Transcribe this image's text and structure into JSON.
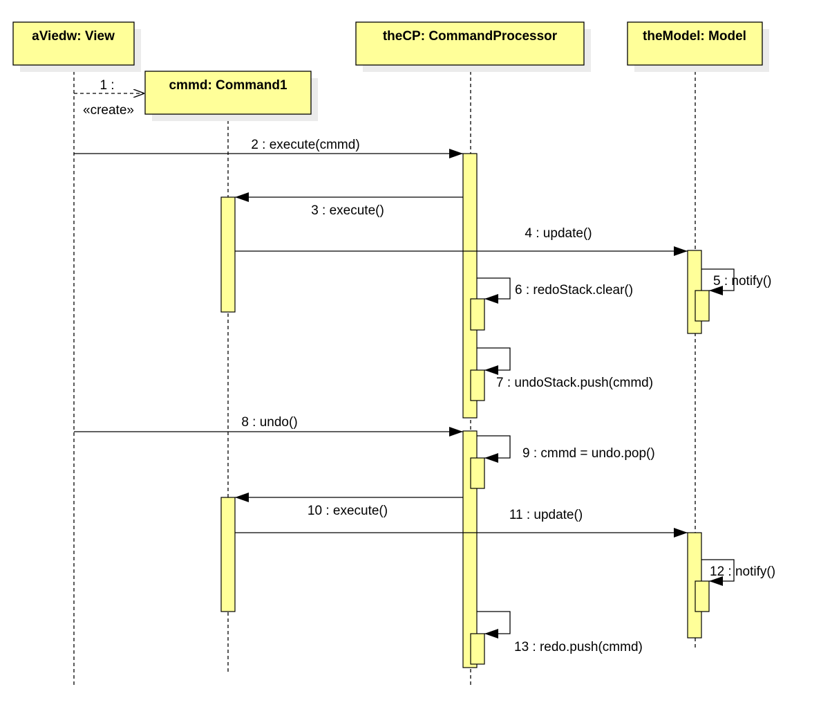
{
  "diagram": {
    "type": "sequence",
    "colors": {
      "participant_fill": "#ffff99",
      "activation_fill": "#ffff99",
      "shadow": "#ebebeb",
      "line": "#000000"
    },
    "participants": [
      {
        "id": "view",
        "label": "aViedw: View"
      },
      {
        "id": "cmd",
        "label": "cmmd: Command1"
      },
      {
        "id": "cp",
        "label": "theCP: CommandProcessor"
      },
      {
        "id": "model",
        "label": "theModel: Model"
      }
    ],
    "messages": [
      {
        "id": "m1",
        "from": "view",
        "to": "cmd",
        "kind": "create",
        "label": "1 :",
        "stereotype": "«create»"
      },
      {
        "id": "m2",
        "from": "view",
        "to": "cp",
        "kind": "sync",
        "label": "2 : execute(cmmd)"
      },
      {
        "id": "m3",
        "from": "cp",
        "to": "cmd",
        "kind": "sync",
        "label": "3 : execute()"
      },
      {
        "id": "m4",
        "from": "cmd",
        "to": "model",
        "kind": "sync",
        "label": "4 : update()"
      },
      {
        "id": "m5",
        "from": "model",
        "to": "model",
        "kind": "self",
        "label": "5 : notify()"
      },
      {
        "id": "m6",
        "from": "cp",
        "to": "cp",
        "kind": "self",
        "label": "6 : redoStack.clear()"
      },
      {
        "id": "m7",
        "from": "cp",
        "to": "cp",
        "kind": "self",
        "label": "7 : undoStack.push(cmmd)"
      },
      {
        "id": "m8",
        "from": "view",
        "to": "cp",
        "kind": "sync",
        "label": "8 : undo()"
      },
      {
        "id": "m9",
        "from": "cp",
        "to": "cp",
        "kind": "self",
        "label": "9 : cmmd = undo.pop()"
      },
      {
        "id": "m10",
        "from": "cp",
        "to": "cmd",
        "kind": "sync",
        "label": "10 : execute()"
      },
      {
        "id": "m11",
        "from": "cmd",
        "to": "model",
        "kind": "sync",
        "label": "11 : update()"
      },
      {
        "id": "m12",
        "from": "model",
        "to": "model",
        "kind": "self",
        "label": "12 : notify()"
      },
      {
        "id": "m13",
        "from": "cp",
        "to": "cp",
        "kind": "self",
        "label": "13 : redo.push(cmmd)"
      }
    ]
  }
}
